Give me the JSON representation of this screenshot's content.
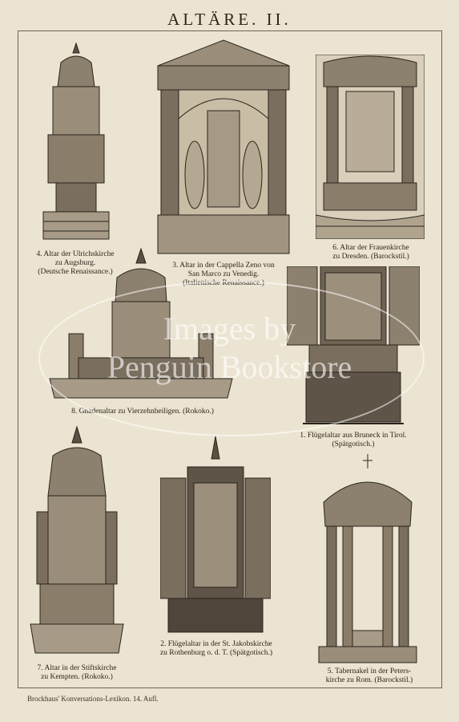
{
  "page": {
    "title": "ALTÄRE. II.",
    "footer": "Brockhaus' Konversations-Lexikon. 14. Aufl."
  },
  "watermark": {
    "line1": "Images by",
    "line2": "Penguin Bookstore"
  },
  "captions": {
    "c4": [
      "4. Altar der Ulrichskirche",
      "zu Augsburg.",
      "(Deutsche Renaissance.)"
    ],
    "c3": [
      "3. Altar in der Cappella Zeno von",
      "San Marco zu Venedig.",
      "(Italienische Renaissance.)"
    ],
    "c6": [
      "6. Altar der Frauenkirche",
      "zu Dresden. (Barockstil.)"
    ],
    "c8": [
      "8. Gnadenaltar zu Vierzehnheiligen. (Rokoko.)"
    ],
    "c1": [
      "1. Flügelaltar aus Bruneck in Tirol.",
      "(Spätgotisch.)"
    ],
    "c7": [
      "7. Altar in der Stiftskirche",
      "zu Kempten. (Rokoko.)"
    ],
    "c2": [
      "2. Flügelaltar in der St. Jakobskirche",
      "zu Rothenburg o. d. T. (Spätgotisch.)"
    ],
    "c5": [
      "5. Tabernakel in der Peters-",
      "kirche zu Rom. (Barockstil.)"
    ]
  },
  "colors": {
    "paper": "#ece4d2",
    "ink": "#2a241c",
    "shade": "#7a6e5e"
  }
}
